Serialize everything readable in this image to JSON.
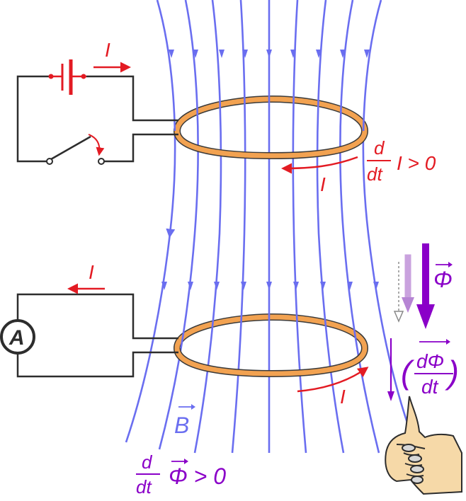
{
  "colors": {
    "field_lines": "#6a6ef0",
    "coil_orange": "#f2a251",
    "coil_edge": "#3a3a3a",
    "current_red": "#e31b23",
    "flux_purple": "#8a00c8",
    "wire": "#2d2d2d",
    "hand_skin": "#f6d9a8"
  },
  "labels": {
    "battery_current": "I",
    "primary_coil_current": "I",
    "primary_rate_num": "d",
    "primary_rate_den": "dt",
    "primary_rate_rest": "I > 0",
    "meter_current": "I",
    "ammeter": "A",
    "secondary_coil_current": "I",
    "field_vector": "B",
    "flux_symbol": "Φ",
    "flux_rate_num": "dΦ",
    "flux_rate_den": "dt",
    "bottom_rate_num": "d",
    "bottom_rate_den": "dt",
    "bottom_rate_rest": "Φ > 0"
  },
  "icons": {
    "battery": "battery-icon",
    "switch": "switch-icon",
    "ammeter": "ammeter-icon",
    "hand": "thumbs-up-hand-icon"
  }
}
